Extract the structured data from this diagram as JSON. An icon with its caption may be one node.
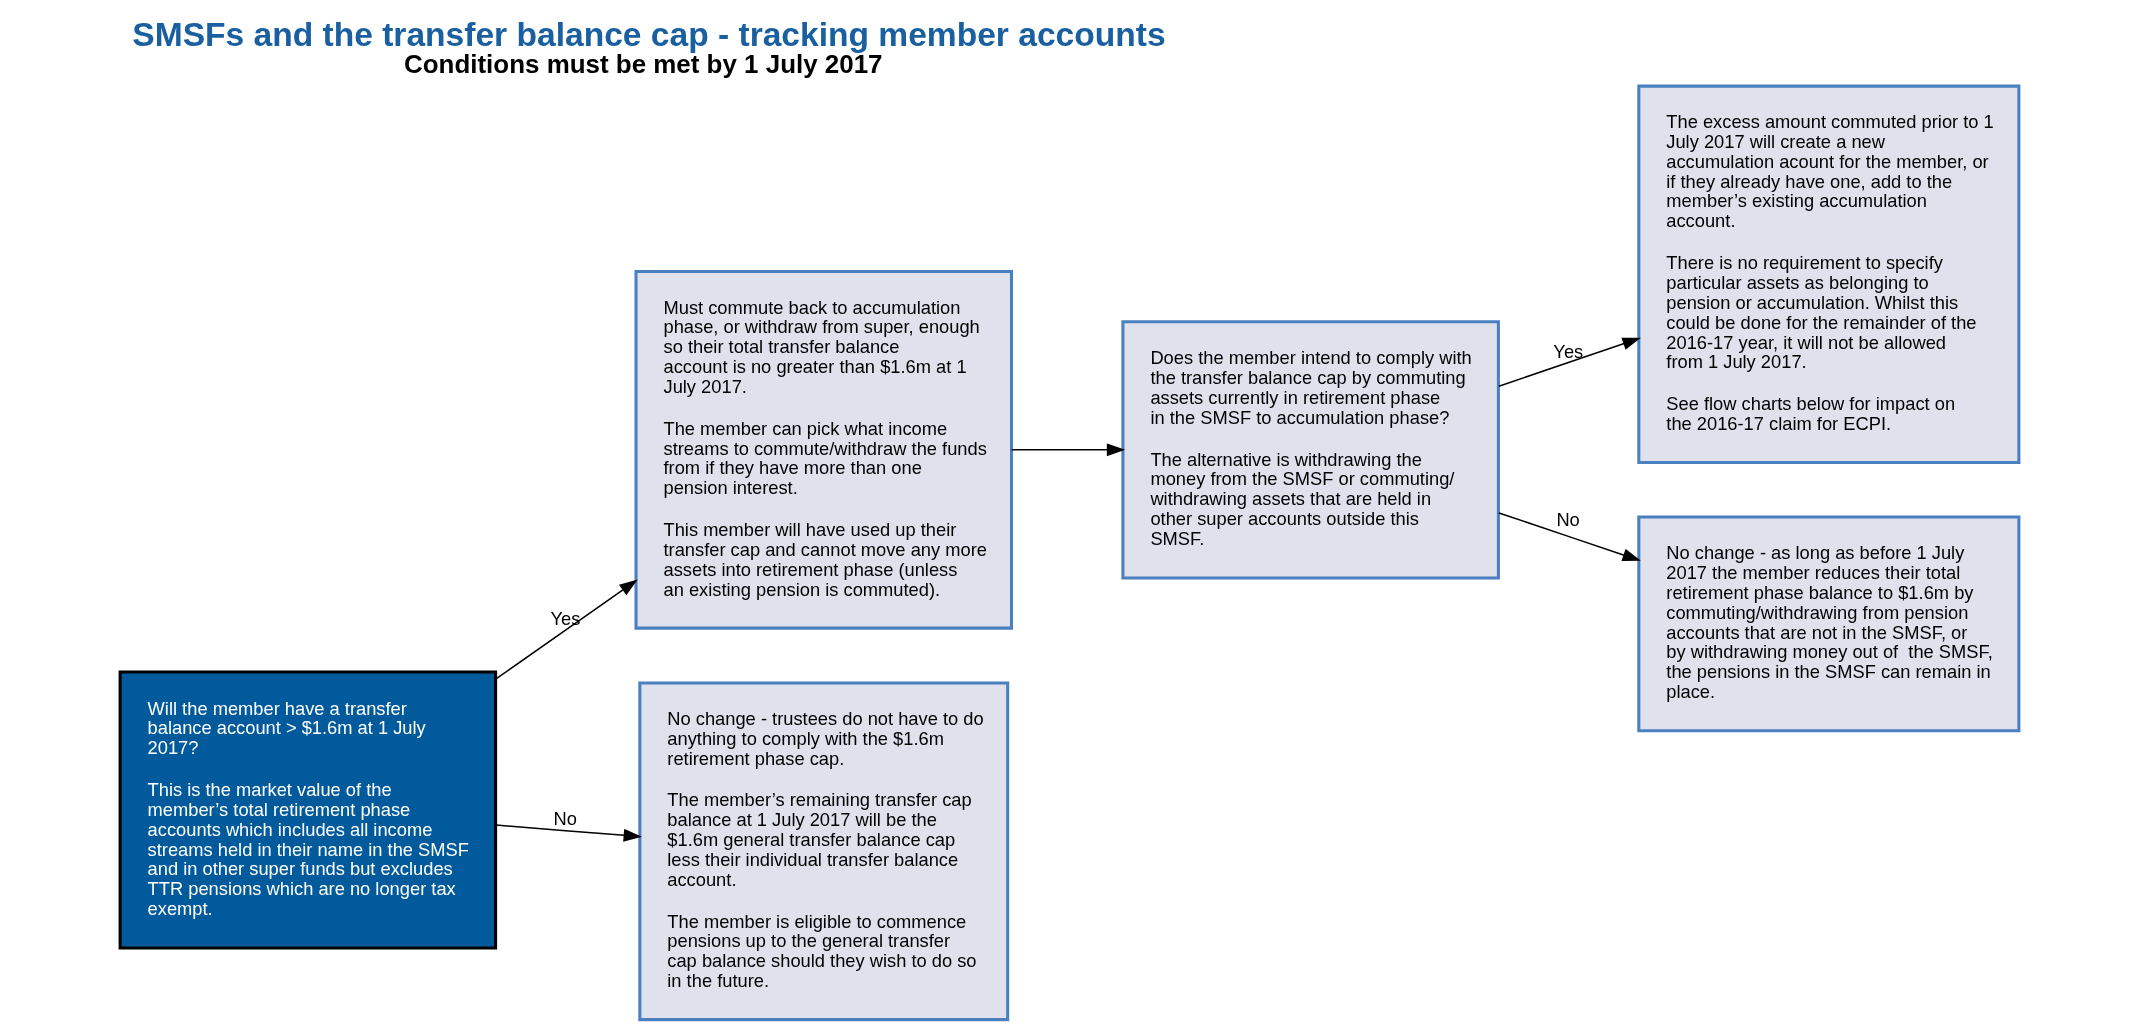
{
  "diagram": {
    "title": "SMSFs and the transfer balance cap - tracking member accounts",
    "caption": "Conditions must be met by 1 July 2017",
    "nodes": [
      {
        "text": [
          "Will the member have a transfer balance account > $1.6m at 1 July 2017?",
          "This is the market value of the member’s total retirement phase accounts which includes all income streams held in their name in the SMSF and in other super funds but excludes TTR pensions which are no longer tax exempt."
        ]
      },
      {
        "text": [
          "Must commute back to accumulation phase, or withdraw from super, enough so their total transfer balance account is no greater than $1.6m at 1 July 2017.",
          "The member can pick what income streams to commute/withdraw the funds from if they have more than one pension interest.",
          "This member will have used up their transfer cap and cannot move any more assets into retirement phase (unless an existing pension is commuted)."
        ]
      },
      {
        "text": [
          "No change - trustees do not have to do anything to comply with the $1.6m retirement phase cap.",
          "The member’s remaining transfer cap balance at 1 July 2017 will be the $1.6m general transfer balance cap less their individual transfer balance account.",
          "The member is eligible to commence pensions up to the general transfer cap balance should they wish to do so in the future."
        ]
      },
      {
        "text": [
          "Does the member intend to comply with the transfer balance cap by commuting assets currently in retirement phase in the SMSF to accumulation phase?",
          "The alternative is withdrawing the money from the SMSF or commuting/ withdrawing assets that are held in other super accounts outside this SMSF."
        ]
      },
      {
        "text": [
          "The excess amount commuted prior to 1 July 2017 will create a new accumulation acount for the member, or if they already have one, add to the member’s existing accumulation account.",
          "There is no requirement to specify particular assets as belonging to pension or accumulation. Whilst this could be done for the remainder of the 2016-17 year, it will not be allowed from 1 July 2017.",
          "See flow charts below for impact on the 2016-17 claim for ECPI."
        ]
      },
      {
        "text": [
          "No change - as long as before 1 July 2017 the member reduces their total retirement phase balance to $1.6m by commuting/withdrawing from pension accounts that are not in the SMSF, or by withdrawing money out of  the SMSF, the pensions in the SMSF can remain in place."
        ]
      }
    ],
    "edges": [
      {
        "from": 0,
        "to": 1,
        "arrow": "to",
        "label": "Yes"
      },
      {
        "from": 0,
        "to": 2,
        "arrow": "to",
        "label": "No"
      },
      {
        "from": 1,
        "to": 3,
        "arrow": "to"
      },
      {
        "from": 3,
        "to": 4,
        "arrow": "to",
        "label": "Yes"
      },
      {
        "from": 3,
        "to": 5,
        "arrow": "to",
        "label": "No"
      }
    ]
  }
}
